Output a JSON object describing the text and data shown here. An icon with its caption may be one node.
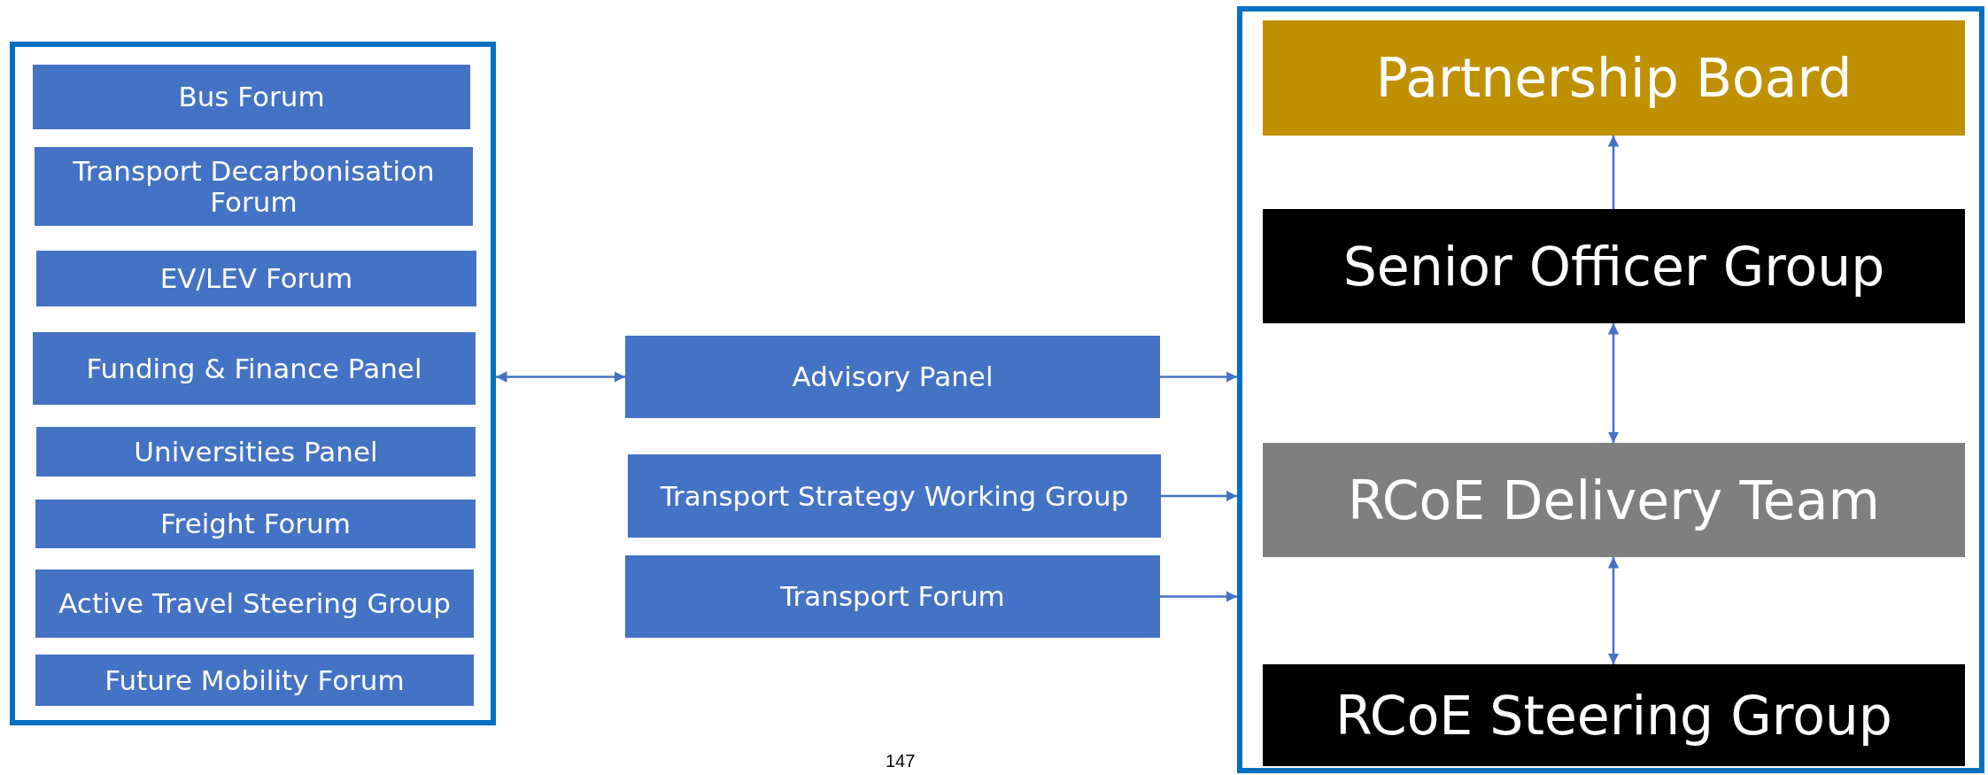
{
  "diagram": {
    "nodes": [
      {
        "text": [],
        "shape": "box"
      },
      {
        "text": [
          "Bus Forum"
        ],
        "in": 0
      },
      {
        "text": [
          "Transport Decarbonisation Forum"
        ],
        "in": 0
      },
      {
        "text": [
          "EV/LEV Forum"
        ],
        "in": 0
      },
      {
        "text": [
          "Funding & Finance Panel"
        ],
        "in": 0
      },
      {
        "text": [
          "Universities Panel"
        ],
        "in": 0
      },
      {
        "text": [
          "Freight Forum"
        ],
        "in": 0
      },
      {
        "text": [
          "Active Travel Steering Group"
        ],
        "in": 0
      },
      {
        "text": [
          "Future Mobility Forum"
        ],
        "in": 0
      },
      {
        "text": [
          "Advisory Panel"
        ]
      },
      {
        "text": [
          "Transport Strategy Working Group"
        ]
      },
      {
        "text": [
          "Transport Forum"
        ]
      },
      {
        "text": [],
        "shape": "box"
      },
      {
        "text": [
          "Partnership Board"
        ],
        "in": 12
      },
      {
        "text": [
          "Senior Officer Group"
        ],
        "in": 12
      },
      {
        "text": [
          "RCoE Delivery Team"
        ],
        "in": 12
      },
      {
        "text": [
          "RCoE Steering Group"
        ],
        "in": 12
      }
    ],
    "edges": [
      {
        "from": 0,
        "to": 9,
        "arrow": "both"
      },
      {
        "from": 9,
        "to": 12,
        "arrow": "to"
      },
      {
        "from": 10,
        "to": 12,
        "arrow": "to"
      },
      {
        "from": 11,
        "to": 12,
        "arrow": "to"
      },
      {
        "from": 14,
        "to": 13,
        "arrow": "to"
      },
      {
        "from": 14,
        "to": 15,
        "arrow": "both"
      },
      {
        "from": 15,
        "to": 16,
        "arrow": "both"
      }
    ],
    "labels": [
      "147"
    ]
  }
}
